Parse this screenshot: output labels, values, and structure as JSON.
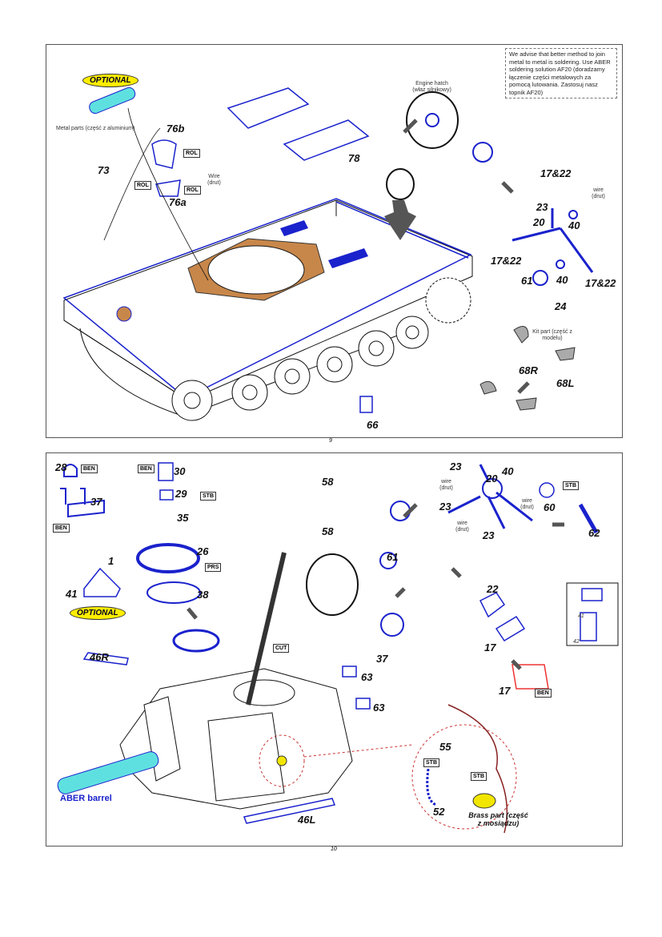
{
  "step9": {
    "page_number": "9",
    "advice_note": "We advise that better method to join metal to metal is soldering. Use ABER soldering solution AF20 (doradzamy łączenie części metalowych za pomocą lutowania. Zastosuj nasz topnik AF20)",
    "optional_badge": "OPTIONAL",
    "metal_parts_note": "Metal parts (część z aluminium)",
    "engine_hatch_note": "Engine hatch (właz silnikowy)",
    "kit_part_note": "Kit part (część z modelu)",
    "wire_note": "Wire (drut)",
    "wire_note_lower": "wire (drut)",
    "tags": {
      "rol": "ROL"
    },
    "parts": [
      "76b",
      "73",
      "76a",
      "78",
      "17&22",
      "23",
      "20",
      "40",
      "17&22",
      "61",
      "40",
      "17&22",
      "24",
      "68R",
      "68L",
      "66"
    ]
  },
  "step10": {
    "page_number": "10",
    "optional_badge": "OPTIONAL",
    "wire_note": "wire (drut)",
    "barrel_note": "ABER barrel",
    "brass_note": "Brass part (część z mosiądzu)",
    "tags": {
      "ben": "BEN",
      "stb": "STB",
      "prs": "PRS",
      "cut": "CUT"
    },
    "parts": [
      "28",
      "37",
      "1",
      "41",
      "30",
      "29",
      "35",
      "26",
      "38",
      "58",
      "58",
      "61",
      "37",
      "46R",
      "63",
      "63",
      "46L",
      "23",
      "20",
      "40",
      "23",
      "23",
      "60",
      "62",
      "22",
      "17",
      "17",
      "55",
      "52"
    ],
    "inset_parts": [
      "41",
      "42"
    ]
  },
  "colors": {
    "part_blue": "#1a22cc",
    "optional_yellow": "#ffee00",
    "barrel_cyan": "#5fe0e0",
    "frame_brown": "#c8874a",
    "brass_yellow": "#f2e600"
  }
}
